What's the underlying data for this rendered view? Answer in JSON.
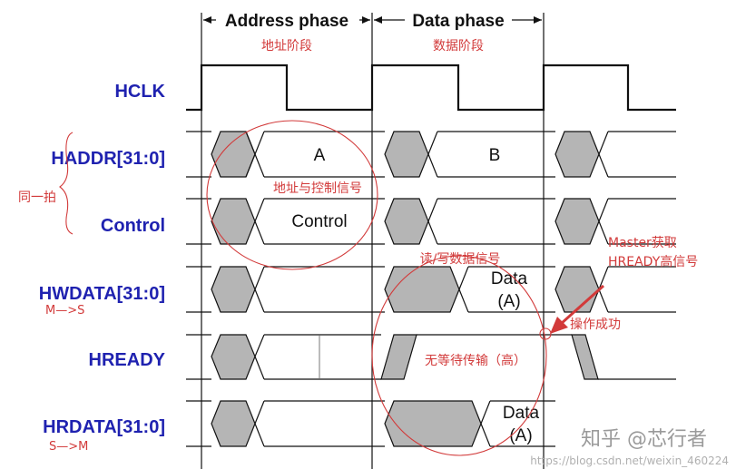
{
  "phases": {
    "address": "Address phase",
    "address_cn": "地址阶段",
    "data": "Data phase",
    "data_cn": "数据阶段"
  },
  "signals": {
    "hclk": "HCLK",
    "haddr": "HADDR[31:0]",
    "control": "Control",
    "hwdata": "HWDATA[31:0]",
    "hready": "HREADY",
    "hrdata": "HRDATA[31:0]"
  },
  "values": {
    "haddr_a": "A",
    "haddr_b": "B",
    "control": "Control",
    "hwdata_line1": "Data",
    "hwdata_line2": "(A)",
    "hrdata_line1": "Data",
    "hrdata_line2": "(A)"
  },
  "annotations": {
    "same_beat": "同一拍",
    "addr_ctrl_signal": "地址与控制信号",
    "rw_data_signal": "读/写数据信号",
    "no_wait": "无等待传输（高）",
    "master_get_line1": "Master获取",
    "master_get_line2": "HREADY高信号",
    "op_success": "操作成功",
    "m_to_s": "M—>S",
    "s_to_m": "S—>M"
  },
  "watermark": {
    "main": "知乎 @芯行者",
    "url": "https://blog.csdn.net/weixin_460224"
  },
  "colors": {
    "signal_label": "#1f22b0",
    "annotation": "#d23a3a",
    "transition_fill": "#b5b5b5"
  }
}
